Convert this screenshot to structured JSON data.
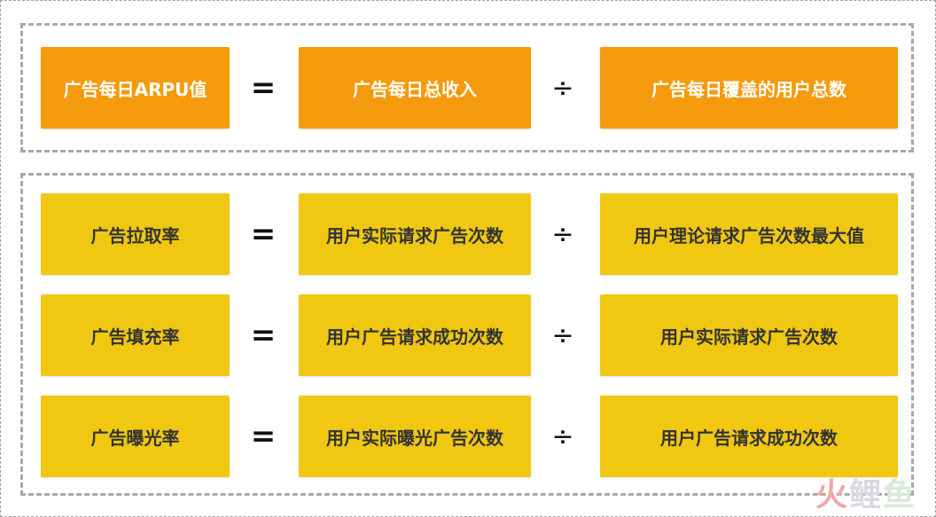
{
  "colors": {
    "orange": "#f59a0c",
    "yellow": "#f0c812",
    "dashed_border": "#a8a8a8"
  },
  "top_row": {
    "left": "广告每日ARPU值",
    "op1": "=",
    "middle": "广告每日总收入",
    "op2": "÷",
    "right": "广告每日覆盖的用户总数"
  },
  "rows": [
    {
      "left": "广告拉取率",
      "op1": "=",
      "middle": "用户实际请求广告次数",
      "op2": "÷",
      "right": "用户理论请求广告次数最大值"
    },
    {
      "left": "广告填充率",
      "op1": "=",
      "middle": "用户广告请求成功次数",
      "op2": "÷",
      "right": "用户实际请求广告次数"
    },
    {
      "left": "广告曝光率",
      "op1": "=",
      "middle": "用户实际曝光广告次数",
      "op2": "÷",
      "right": "用户广告请求成功次数"
    }
  ],
  "watermark": {
    "part1": "火",
    "part2": "鲤",
    "part3": "鱼"
  }
}
